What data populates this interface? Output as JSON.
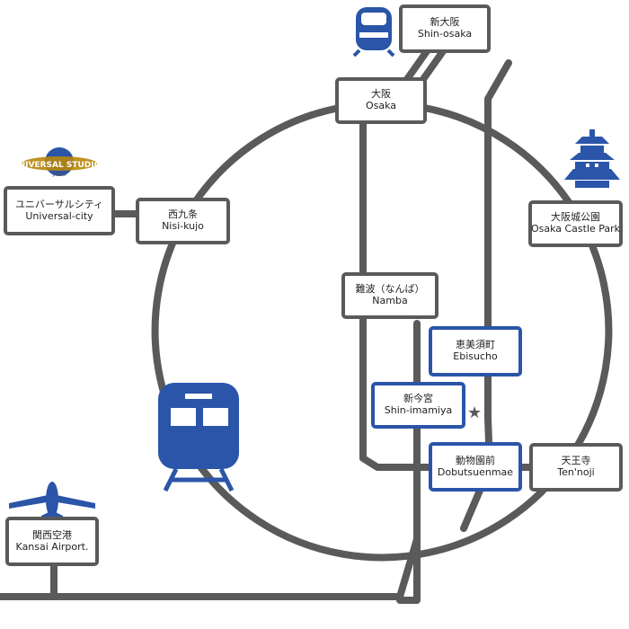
{
  "colors": {
    "line": "#5a5a5a",
    "accent": "#2a55a8",
    "text": "#222222"
  },
  "stations": {
    "shin_osaka": {
      "ja": "新大阪",
      "en": "Shin-osaka"
    },
    "osaka": {
      "ja": "大阪",
      "en": "Osaka"
    },
    "nishikujo": {
      "ja": "西九条",
      "en": "Nisi-kujo"
    },
    "universal_city": {
      "ja": "ユニバーサルシティ",
      "en": "Universal-city"
    },
    "osaka_castle_park": {
      "ja": "大阪城公園",
      "en": "Osaka Castle Park"
    },
    "namba": {
      "ja": "難波（なんば）",
      "en": "Namba"
    },
    "ebisucho": {
      "ja": "恵美須町",
      "en": "Ebisucho"
    },
    "shin_imamiya": {
      "ja": "新今宮",
      "en": "Shin-imamiya"
    },
    "dobutsuenmae": {
      "ja": "動物園前",
      "en": "Dobutsuenmae"
    },
    "tennoji": {
      "ja": "天王寺",
      "en": "Ten'noji"
    },
    "kansai_airport": {
      "ja": "関西空港",
      "en": "Kansai Airport."
    }
  },
  "logo": {
    "line1": "UNIVERSAL STUDIOS",
    "line2": "JAPAN"
  },
  "icons": [
    "shinkansen-icon",
    "castle-icon",
    "train-icon",
    "airplane-icon",
    "universal-studios-logo",
    "star-marker"
  ]
}
